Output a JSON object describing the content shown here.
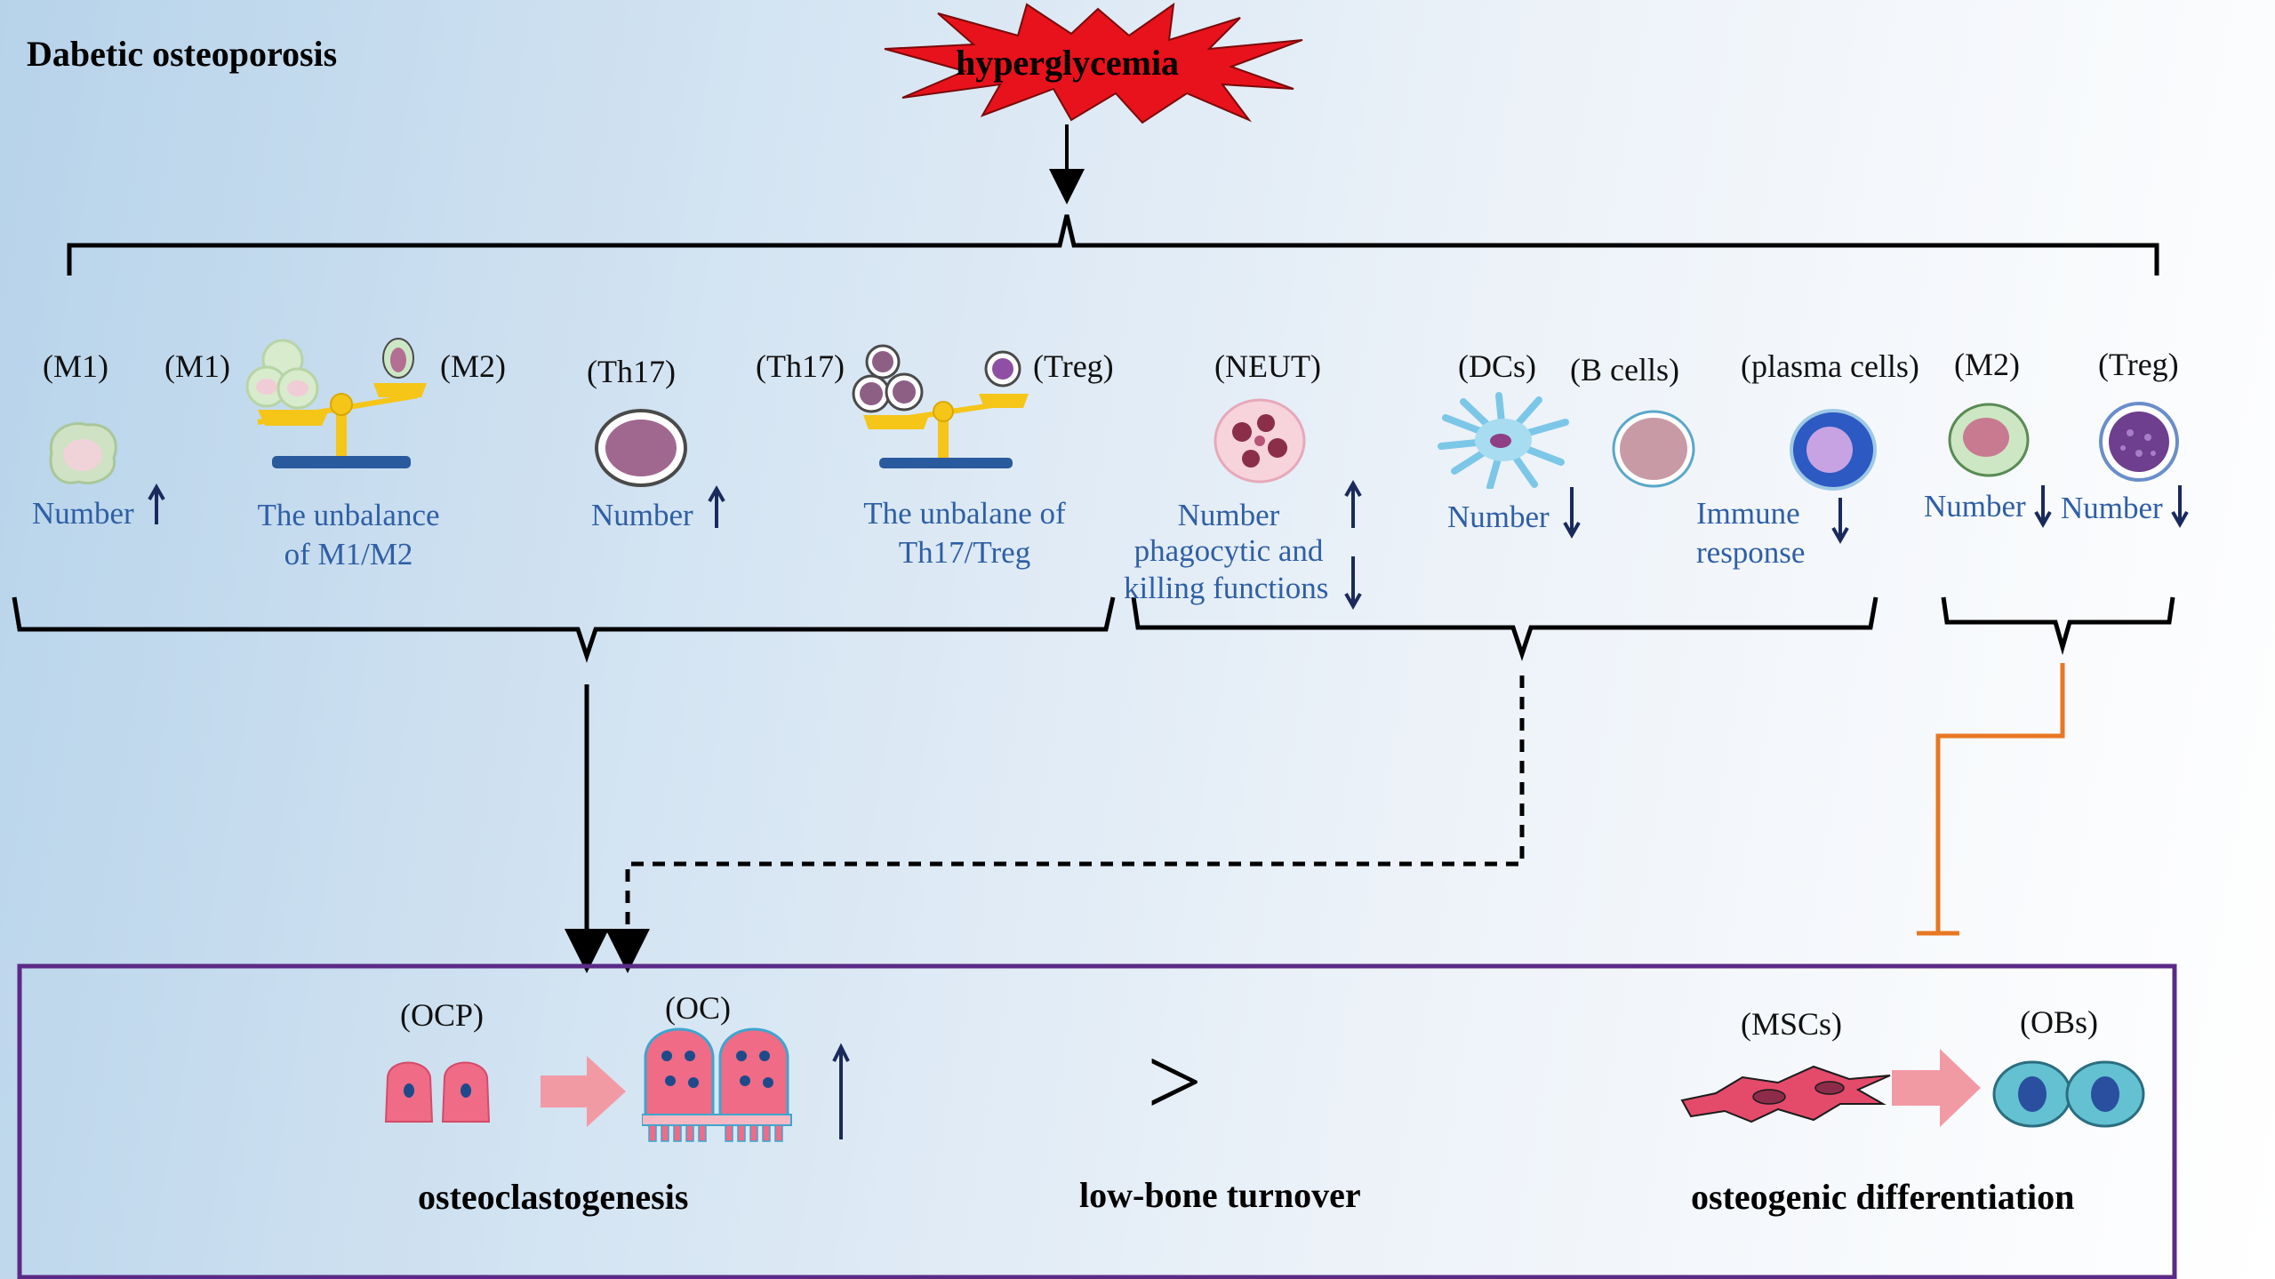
{
  "title": "Dabetic osteoporosis",
  "trigger": "hyperglycemia",
  "group1": {
    "m1_label": "(M1)",
    "m1_scale_label": "(M1)",
    "m2_scale_label": "(M2)",
    "m1_number": "Number",
    "m1m2_text_1": "The unbalance",
    "m1m2_text_2": "of M1/M2",
    "th17_label": "(Th17)",
    "th17_number": "Number",
    "th17_scale_label": "(Th17)",
    "treg_scale_label": "(Treg)",
    "th17treg_text_1": "The unbalane  of",
    "th17treg_text_2": "Th17/Treg"
  },
  "group2": {
    "neut_label": "(NEUT)",
    "neut_text_1": "Number",
    "neut_text_2": "phagocytic and",
    "neut_text_3": "killing  functions",
    "dcs_label": "(DCs)",
    "bcells_label": "(B cells)",
    "plasma_label": "(plasma cells)",
    "dcs_number": "Number",
    "immune_text_1": "Immune",
    "immune_text_2": "response"
  },
  "group3": {
    "m2_label": "(M2)",
    "treg_label": "(Treg)",
    "m2_number": "Number",
    "treg_number": "Number"
  },
  "bottom": {
    "ocp_label": "(OCP)",
    "oc_label": "(OC)",
    "osteoclastogenesis": "osteoclastogenesis",
    "greater": ">",
    "low_bone_turnover": "low-bone turnover",
    "mscs_label": "(MSCs)",
    "obs_label": "(OBs)",
    "osteogenic": "osteogenic differentiation"
  },
  "colors": {
    "inhibition": "#e87722",
    "box_border": "#5b2a86",
    "arrow_up_down": "#1a2a5c",
    "scale": "#f5c518"
  }
}
